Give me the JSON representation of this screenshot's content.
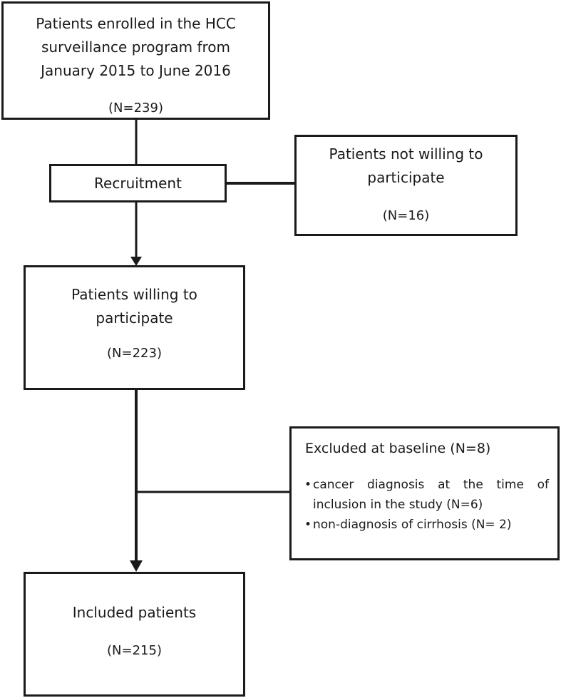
{
  "flowchart": {
    "enrolled": {
      "lines": [
        "Patients enrolled in the HCC",
        "surveillance program from",
        "January 2015 to June 2016"
      ],
      "count": "(N=239)"
    },
    "recruitment": {
      "label": "Recruitment"
    },
    "not_willing": {
      "lines": [
        "Patients not willing to",
        "participate"
      ],
      "count": "(N=16)"
    },
    "willing": {
      "lines": [
        "Patients willing to",
        "participate"
      ],
      "count": "(N=223)"
    },
    "excluded": {
      "heading": "Excluded at baseline (N=8)",
      "bullets": [
        "cancer diagnosis at the time of inclusion in the study (N=6)",
        "non-diagnosis of cirrhosis  (N= 2)"
      ]
    },
    "included": {
      "lines": [
        "Included patients"
      ],
      "count": "(N=215)"
    }
  },
  "colors": {
    "stroke": "#1a1a1a",
    "background": "#ffffff"
  }
}
